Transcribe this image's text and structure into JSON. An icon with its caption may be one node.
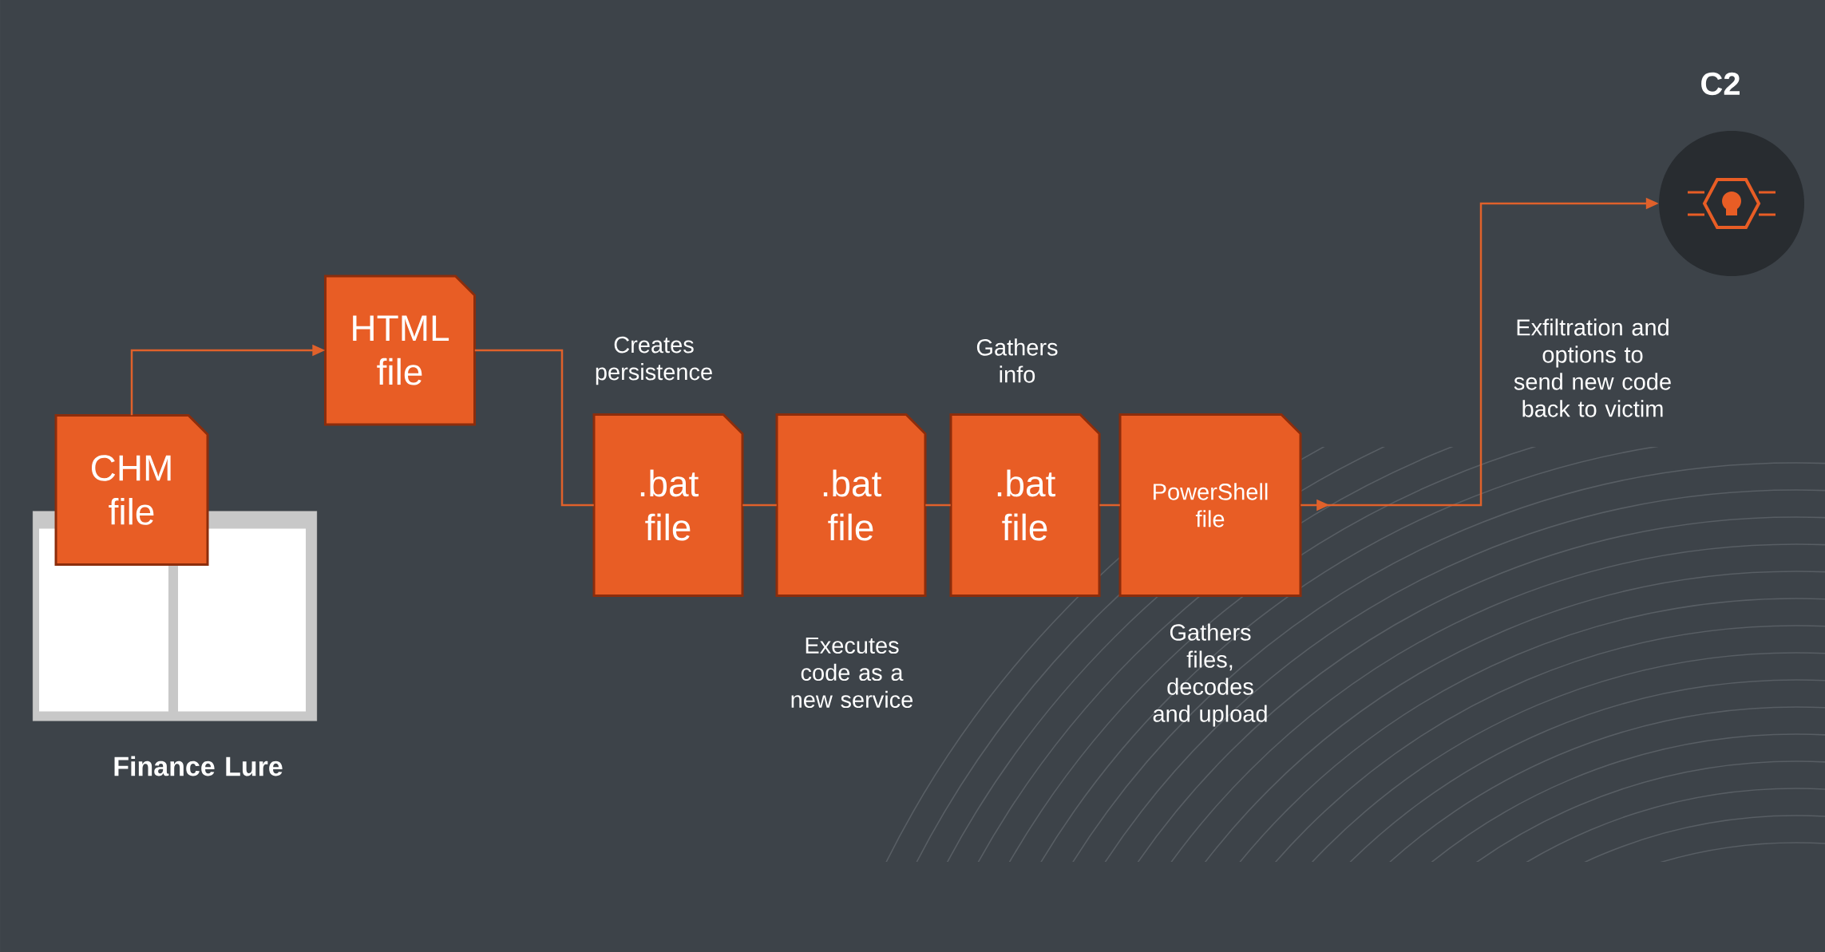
{
  "diagram": {
    "nodes": [
      {
        "text": [
          "HTML file"
        ]
      },
      {
        "text": [
          "CHM file"
        ]
      },
      {
        "text": [],
        "shape": "picture",
        "beside": [
          "Finance Lure"
        ]
      },
      {
        "text": [
          ".bat file"
        ],
        "beside": [
          "Creates persistence"
        ]
      },
      {
        "text": [
          ".bat file"
        ],
        "beside": [
          "Executes code as a new service"
        ]
      },
      {
        "text": [
          ".bat file"
        ],
        "beside": [
          "Gathers info"
        ]
      },
      {
        "text": [
          "PowerShell file"
        ],
        "beside": [
          "Gathers files, decodes and upload"
        ]
      },
      {
        "text": [
          "C2"
        ],
        "beside": [
          "Exfiltration and options to send new code back to victim"
        ]
      }
    ],
    "edges": [
      {
        "from": 1,
        "to": 0,
        "arrow": "to"
      },
      {
        "from": 0,
        "to": 3,
        "arrow": "none"
      },
      {
        "from": 3,
        "to": 4,
        "arrow": "none"
      },
      {
        "from": 4,
        "to": 5,
        "arrow": "none"
      },
      {
        "from": 5,
        "to": 6,
        "arrow": "none"
      },
      {
        "from": 6,
        "to": 7,
        "arrow": "to"
      }
    ]
  }
}
